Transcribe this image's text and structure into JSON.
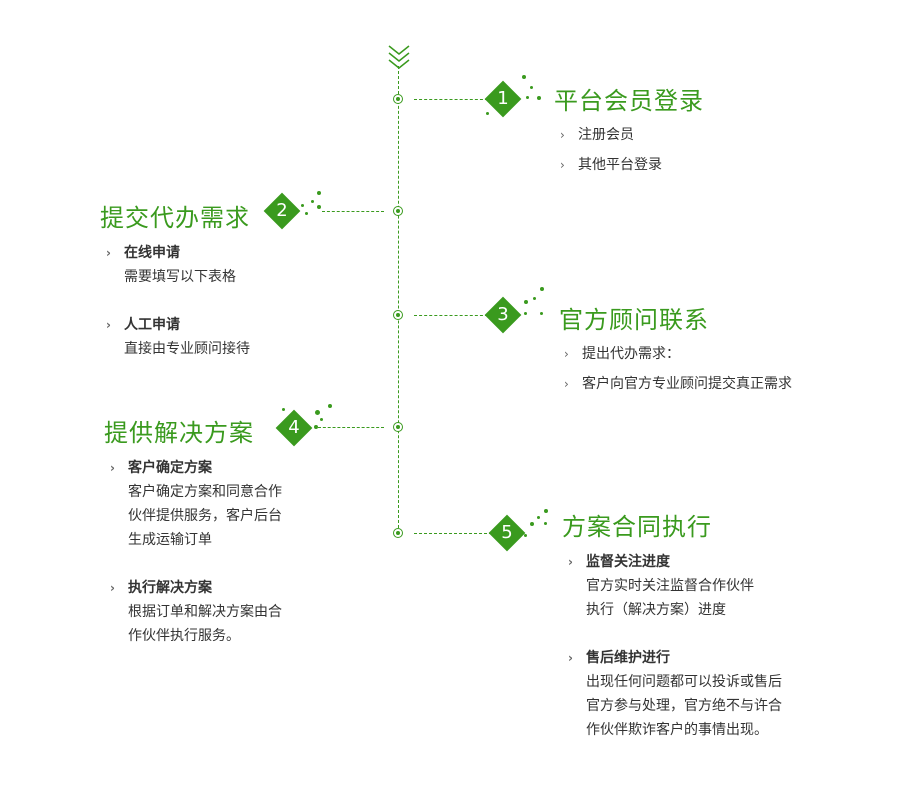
{
  "steps": [
    {
      "num": "1",
      "title": "平台会员登录",
      "items": [
        {
          "label": "注册会员"
        },
        {
          "label": "其他平台登录"
        }
      ]
    },
    {
      "num": "2",
      "title": "提交代办需求",
      "items": [
        {
          "label": "在线申请",
          "desc": [
            "需要填写以下表格"
          ]
        },
        {
          "label": "人工申请",
          "desc": [
            "直接由专业顾问接待"
          ]
        }
      ]
    },
    {
      "num": "3",
      "title": "官方顾问联系",
      "items": [
        {
          "label": "提出代办需求："
        },
        {
          "label": "客户向官方专业顾问提交真正需求"
        }
      ]
    },
    {
      "num": "4",
      "title": "提供解决方案",
      "items": [
        {
          "label": "客户确定方案",
          "desc": [
            "客户确定方案和同意合作",
            "伙伴提供服务，客户后台",
            "生成运输订单"
          ]
        },
        {
          "label": "执行解决方案",
          "desc": [
            "根据订单和解决方案由合",
            "作伙伴执行服务。"
          ]
        }
      ]
    },
    {
      "num": "5",
      "title": "方案合同执行",
      "items": [
        {
          "label": "监督关注进度",
          "desc": [
            "官方实时关注监督合作伙伴",
            "执行（解决方案）进度"
          ]
        },
        {
          "label": "售后维护进行",
          "desc": [
            "出现任何问题都可以投诉或售后",
            "官方参与处理，官方绝不与许合",
            "作伙伴欺诈客户的事情出现。"
          ]
        }
      ]
    }
  ],
  "colors": {
    "accent": "#3a9a1e",
    "text": "#333333"
  },
  "icons": {
    "top": "double-chevron-down-icon",
    "bullet": "chevron-right-icon",
    "node": "timeline-node-icon"
  }
}
